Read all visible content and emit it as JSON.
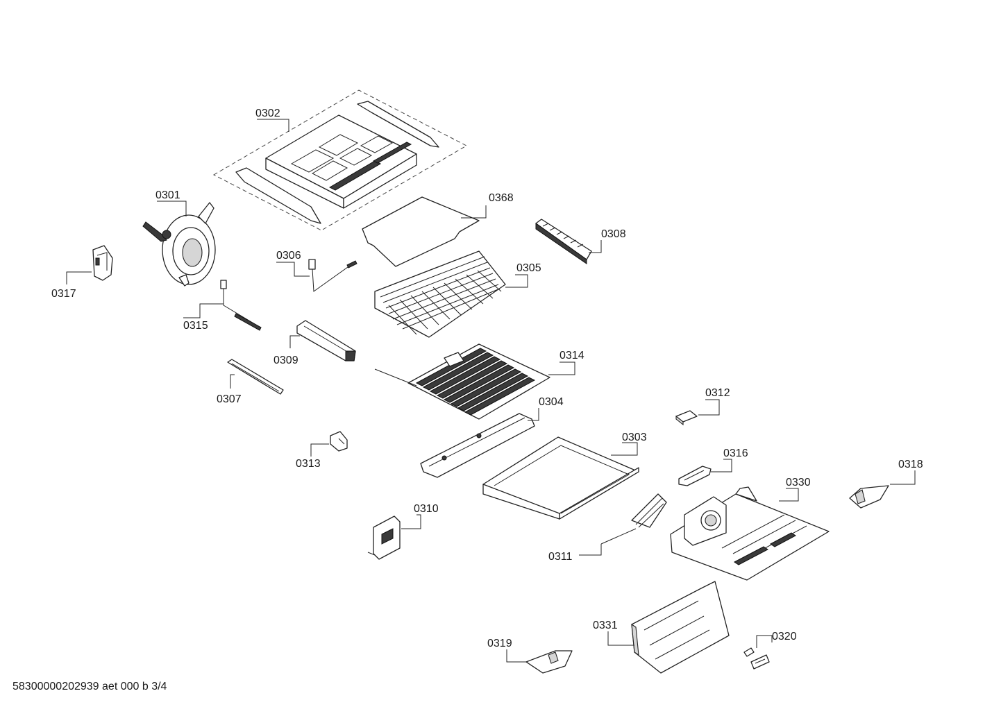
{
  "footer": "58300000202939 aet 000 b 3/4",
  "labels": {
    "p0301": "0301",
    "p0302": "0302",
    "p0303": "0303",
    "p0304": "0304",
    "p0305": "0305",
    "p0306": "0306",
    "p0307": "0307",
    "p0308": "0308",
    "p0309": "0309",
    "p0310": "0310",
    "p0311": "0311",
    "p0312": "0312",
    "p0313": "0313",
    "p0314": "0314",
    "p0315": "0315",
    "p0316": "0316",
    "p0317": "0317",
    "p0318": "0318",
    "p0319": "0319",
    "p0320": "0320",
    "p0330": "0330",
    "p0331": "0331",
    "p0368": "0368"
  }
}
